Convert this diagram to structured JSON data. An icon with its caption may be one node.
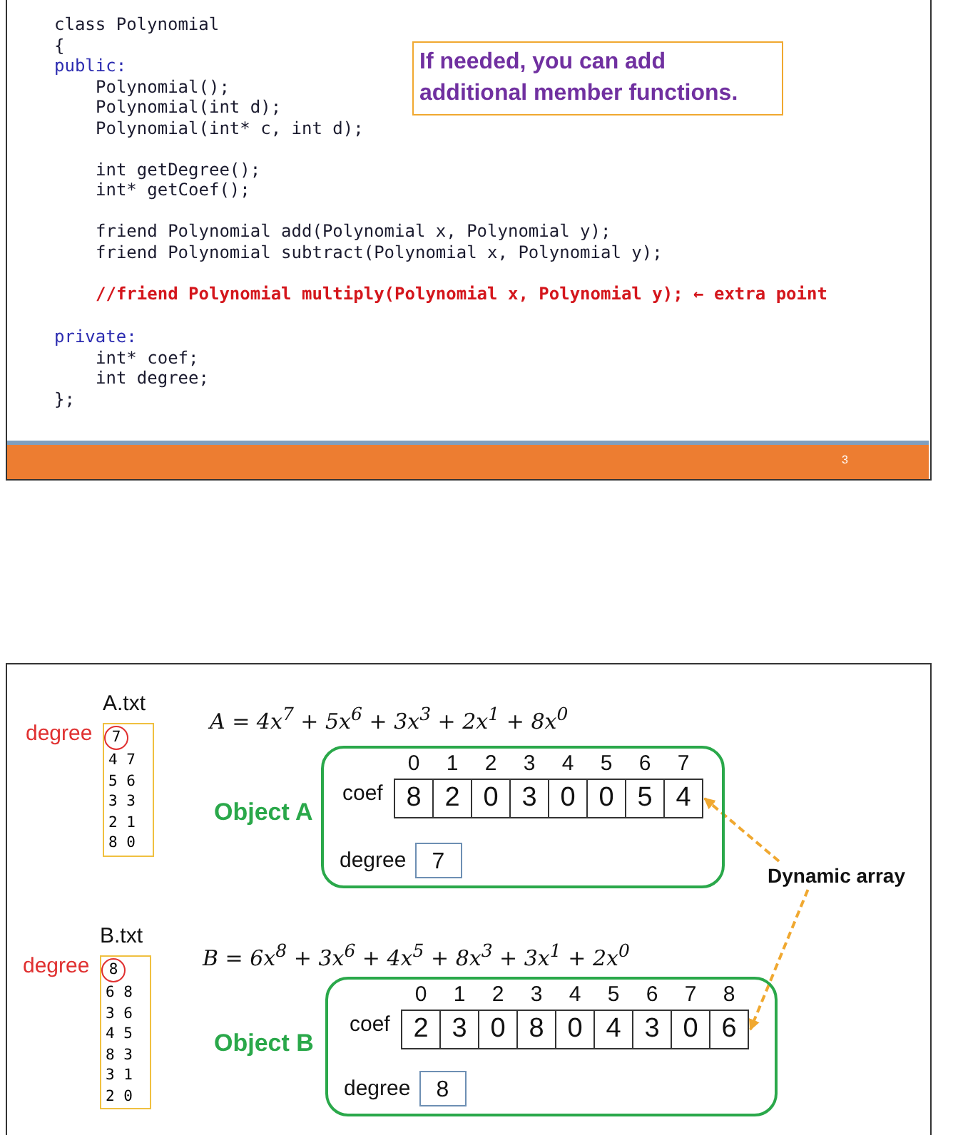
{
  "diagram": {
    "nodes": [
      {
        "text": [
          "If needed, you can add additional member functions."
        ]
      },
      {
        "text": [
          "A.txt",
          "4 7",
          "5 6",
          "3 3",
          "2 1",
          "8 0"
        ]
      },
      {
        "text": [
          "7"
        ],
        "in": 1,
        "beside": [
          "degree"
        ]
      },
      {
        "text": [
          "Object A"
        ]
      },
      {
        "text": [
          "coef",
          "8",
          "2",
          "0",
          "3",
          "0",
          "0",
          "5",
          "4"
        ],
        "in": 3,
        "beside": [
          "0",
          "1",
          "2",
          "3",
          "4",
          "5",
          "6",
          "7"
        ]
      },
      {
        "text": [
          "7"
        ],
        "in": 3,
        "beside": [
          "degree"
        ]
      },
      {
        "text": [
          "Dynamic array"
        ]
      },
      {
        "text": [
          "B.txt",
          "6 8",
          "3 6",
          "4 5",
          "8 3",
          "3 1",
          "2 0"
        ]
      },
      {
        "text": [
          "8"
        ],
        "in": 7,
        "beside": [
          "degree"
        ]
      },
      {
        "text": [
          "Object B"
        ]
      },
      {
        "text": [
          "coef",
          "2",
          "3",
          "0",
          "8",
          "0",
          "4",
          "3",
          "0",
          "6"
        ],
        "in": 9,
        "beside": [
          "0",
          "1",
          "2",
          "3",
          "4",
          "5",
          "6",
          "7",
          "8"
        ]
      },
      {
        "text": [
          "8"
        ],
        "in": 9,
        "beside": [
          "degree"
        ]
      }
    ],
    "edges": [
      {
        "from": 6,
        "to": 4,
        "arrow": "to",
        "style": "dashed",
        "color": "#f0a830"
      },
      {
        "from": 6,
        "to": 10,
        "arrow": "to",
        "style": "dashed",
        "color": "#f0a830"
      }
    ],
    "labels": [
      "class Polynomial",
      "{",
      "public:",
      "Polynomial();",
      "Polynomial(int d);",
      "Polynomial(int* c, int d);",
      "int getDegree();",
      "int* getCoef();",
      "friend Polynomial add(Polynomial x, Polynomial y);",
      "friend Polynomial subtract(Polynomial x, Polynomial y);",
      "//friend Polynomial multiply(Polynomial x, Polynomial y); ← extra point",
      "private:",
      "int* coef;",
      "int degree;",
      "};",
      "3",
      "A = 4x$^{7}$ + 5x$^{6}$ + 3x$^{3}$ + 2x$^{1}$ + 8x$^{0}$",
      "B = 6x$^{8}$ + 3x$^{6}$ + 4x$^{5}$ + 8x$^{3}$ + 3x$^{1}$ + 2x$^{0}$"
    ]
  }
}
